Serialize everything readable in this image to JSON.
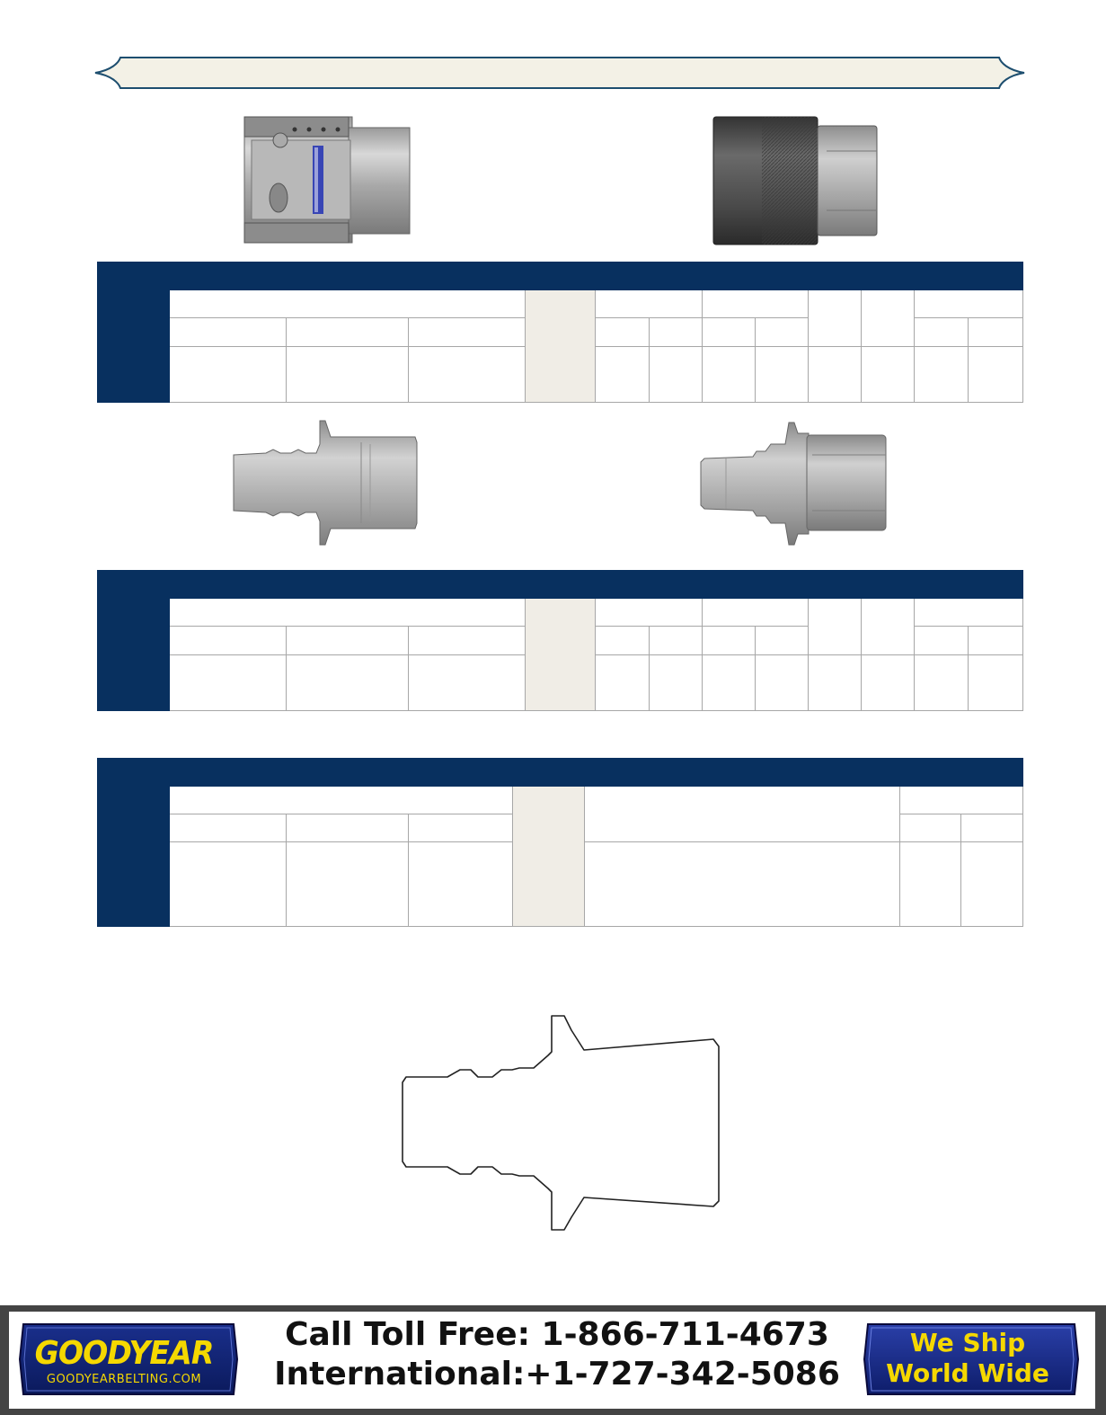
{
  "footer": {
    "brand": "GOODYEAR",
    "brand_url": "GOODYEARBELTING.COM",
    "toll_free": "Call Toll Free: 1-866-711-4673",
    "international": "International:+1-727-342-5086",
    "ship_line1": "We Ship",
    "ship_line2": "World Wide"
  },
  "colors": {
    "navy": "#08305f",
    "banner_fill": "#f3f1e6",
    "banner_stroke": "#1d4e6f",
    "shade": "#f0ede6",
    "steel": "#b4b4b4",
    "dark_steel": "#505050",
    "gold": "#f5d800"
  },
  "icons": [
    "coupler-cutaway-icon",
    "coupler-knurled-icon",
    "barbed-nipple-icon",
    "plug-nipple-icon",
    "coupler-outline-drawing-icon"
  ]
}
